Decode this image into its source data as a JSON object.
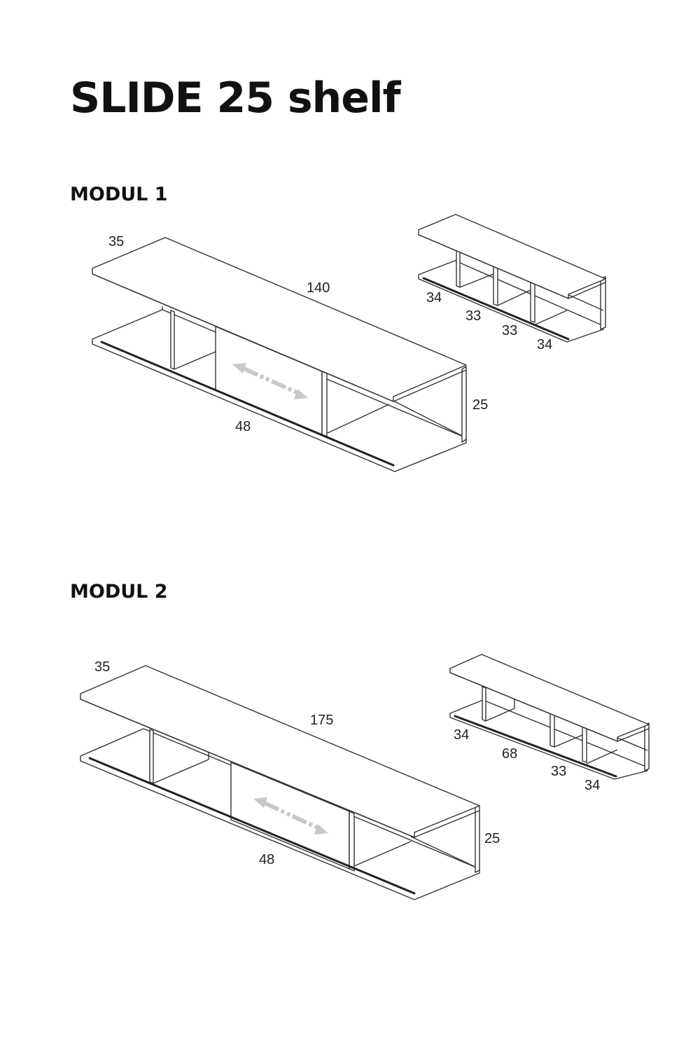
{
  "title": "SLIDE 25 shelf",
  "modul1": {
    "title": "MODUL 1",
    "depth": "35",
    "width": "140",
    "height": "25",
    "door_width": "48",
    "compartments": [
      "34",
      "33",
      "33",
      "34"
    ]
  },
  "modul2": {
    "title": "MODUL 2",
    "depth": "35",
    "width": "175",
    "height": "25",
    "door_width": "48",
    "compartments": [
      "34",
      "68",
      "33",
      "34"
    ]
  },
  "colors": {
    "line": "#333333",
    "arrow": "#c8c8c8",
    "background": "#ffffff"
  }
}
